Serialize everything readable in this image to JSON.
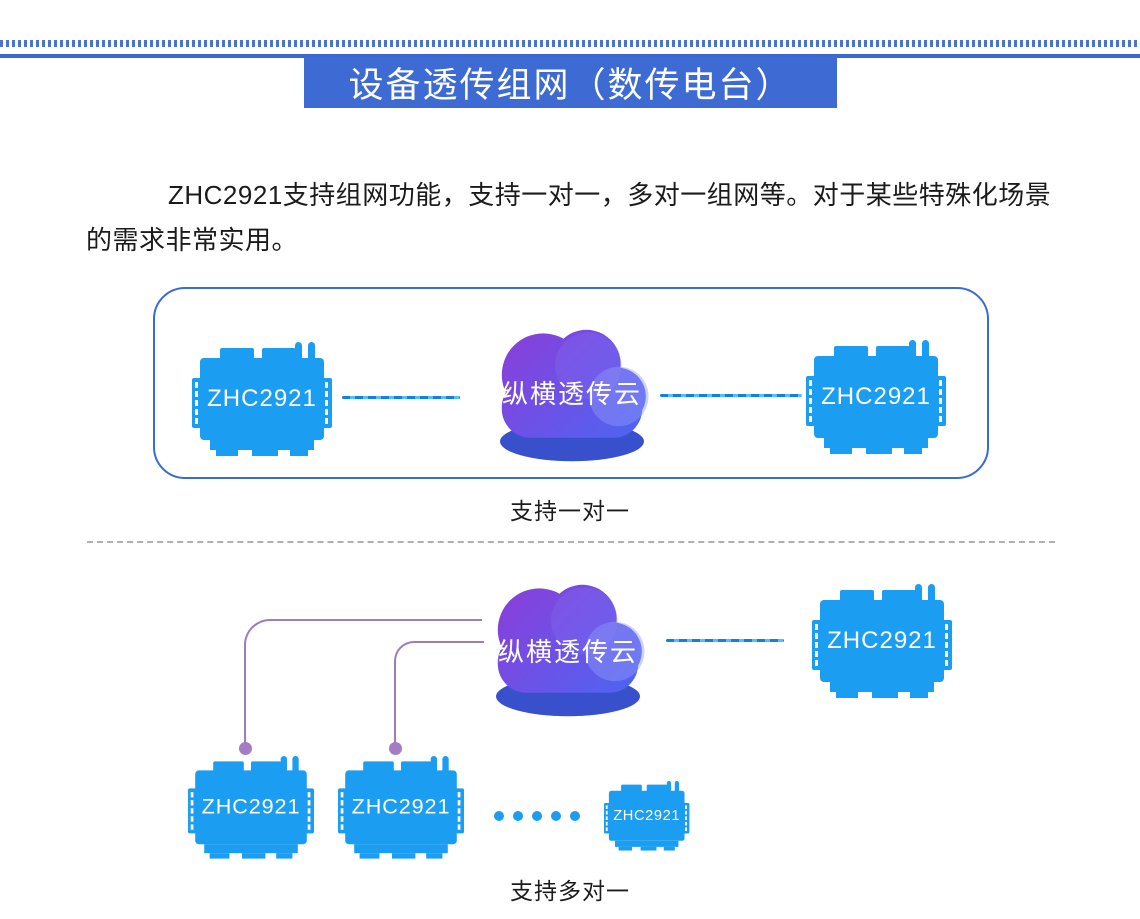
{
  "header": {
    "title": "设备透传组网（数传电台）",
    "banner_color": "#3d6bd3",
    "line_color": "#3a68d2",
    "dotted_color": "#4b73d6"
  },
  "intro": {
    "text": "ZHC2921支持组网功能，支持一对一，多对一组网等。对于某些特殊化场景的需求非常实用。"
  },
  "colors": {
    "device_blue": "#1b9df1",
    "frame_border": "#3a6bd4",
    "link_dash_dark": "#1180e0",
    "link_dash_light": "#55c0f5",
    "purple_connector": "#9d7cbd",
    "cloud_purple": "#8a3ed8",
    "cloud_blue": "#4b66f2",
    "cloud_base": "#3950cc",
    "divider_gray": "#b0b0b0"
  },
  "diagram_one": {
    "caption": "支持一对一",
    "cloud_label": "纵横透传云",
    "device_left_label": "ZHC2921",
    "device_right_label": "ZHC2921"
  },
  "diagram_many": {
    "caption": "支持多对一",
    "cloud_label": "纵横透传云",
    "device_right_label": "ZHC2921",
    "device_a_label": "ZHC2921",
    "device_b_label": "ZHC2921",
    "device_small_label": "ZHC2921",
    "ellipsis_dots": 5
  }
}
